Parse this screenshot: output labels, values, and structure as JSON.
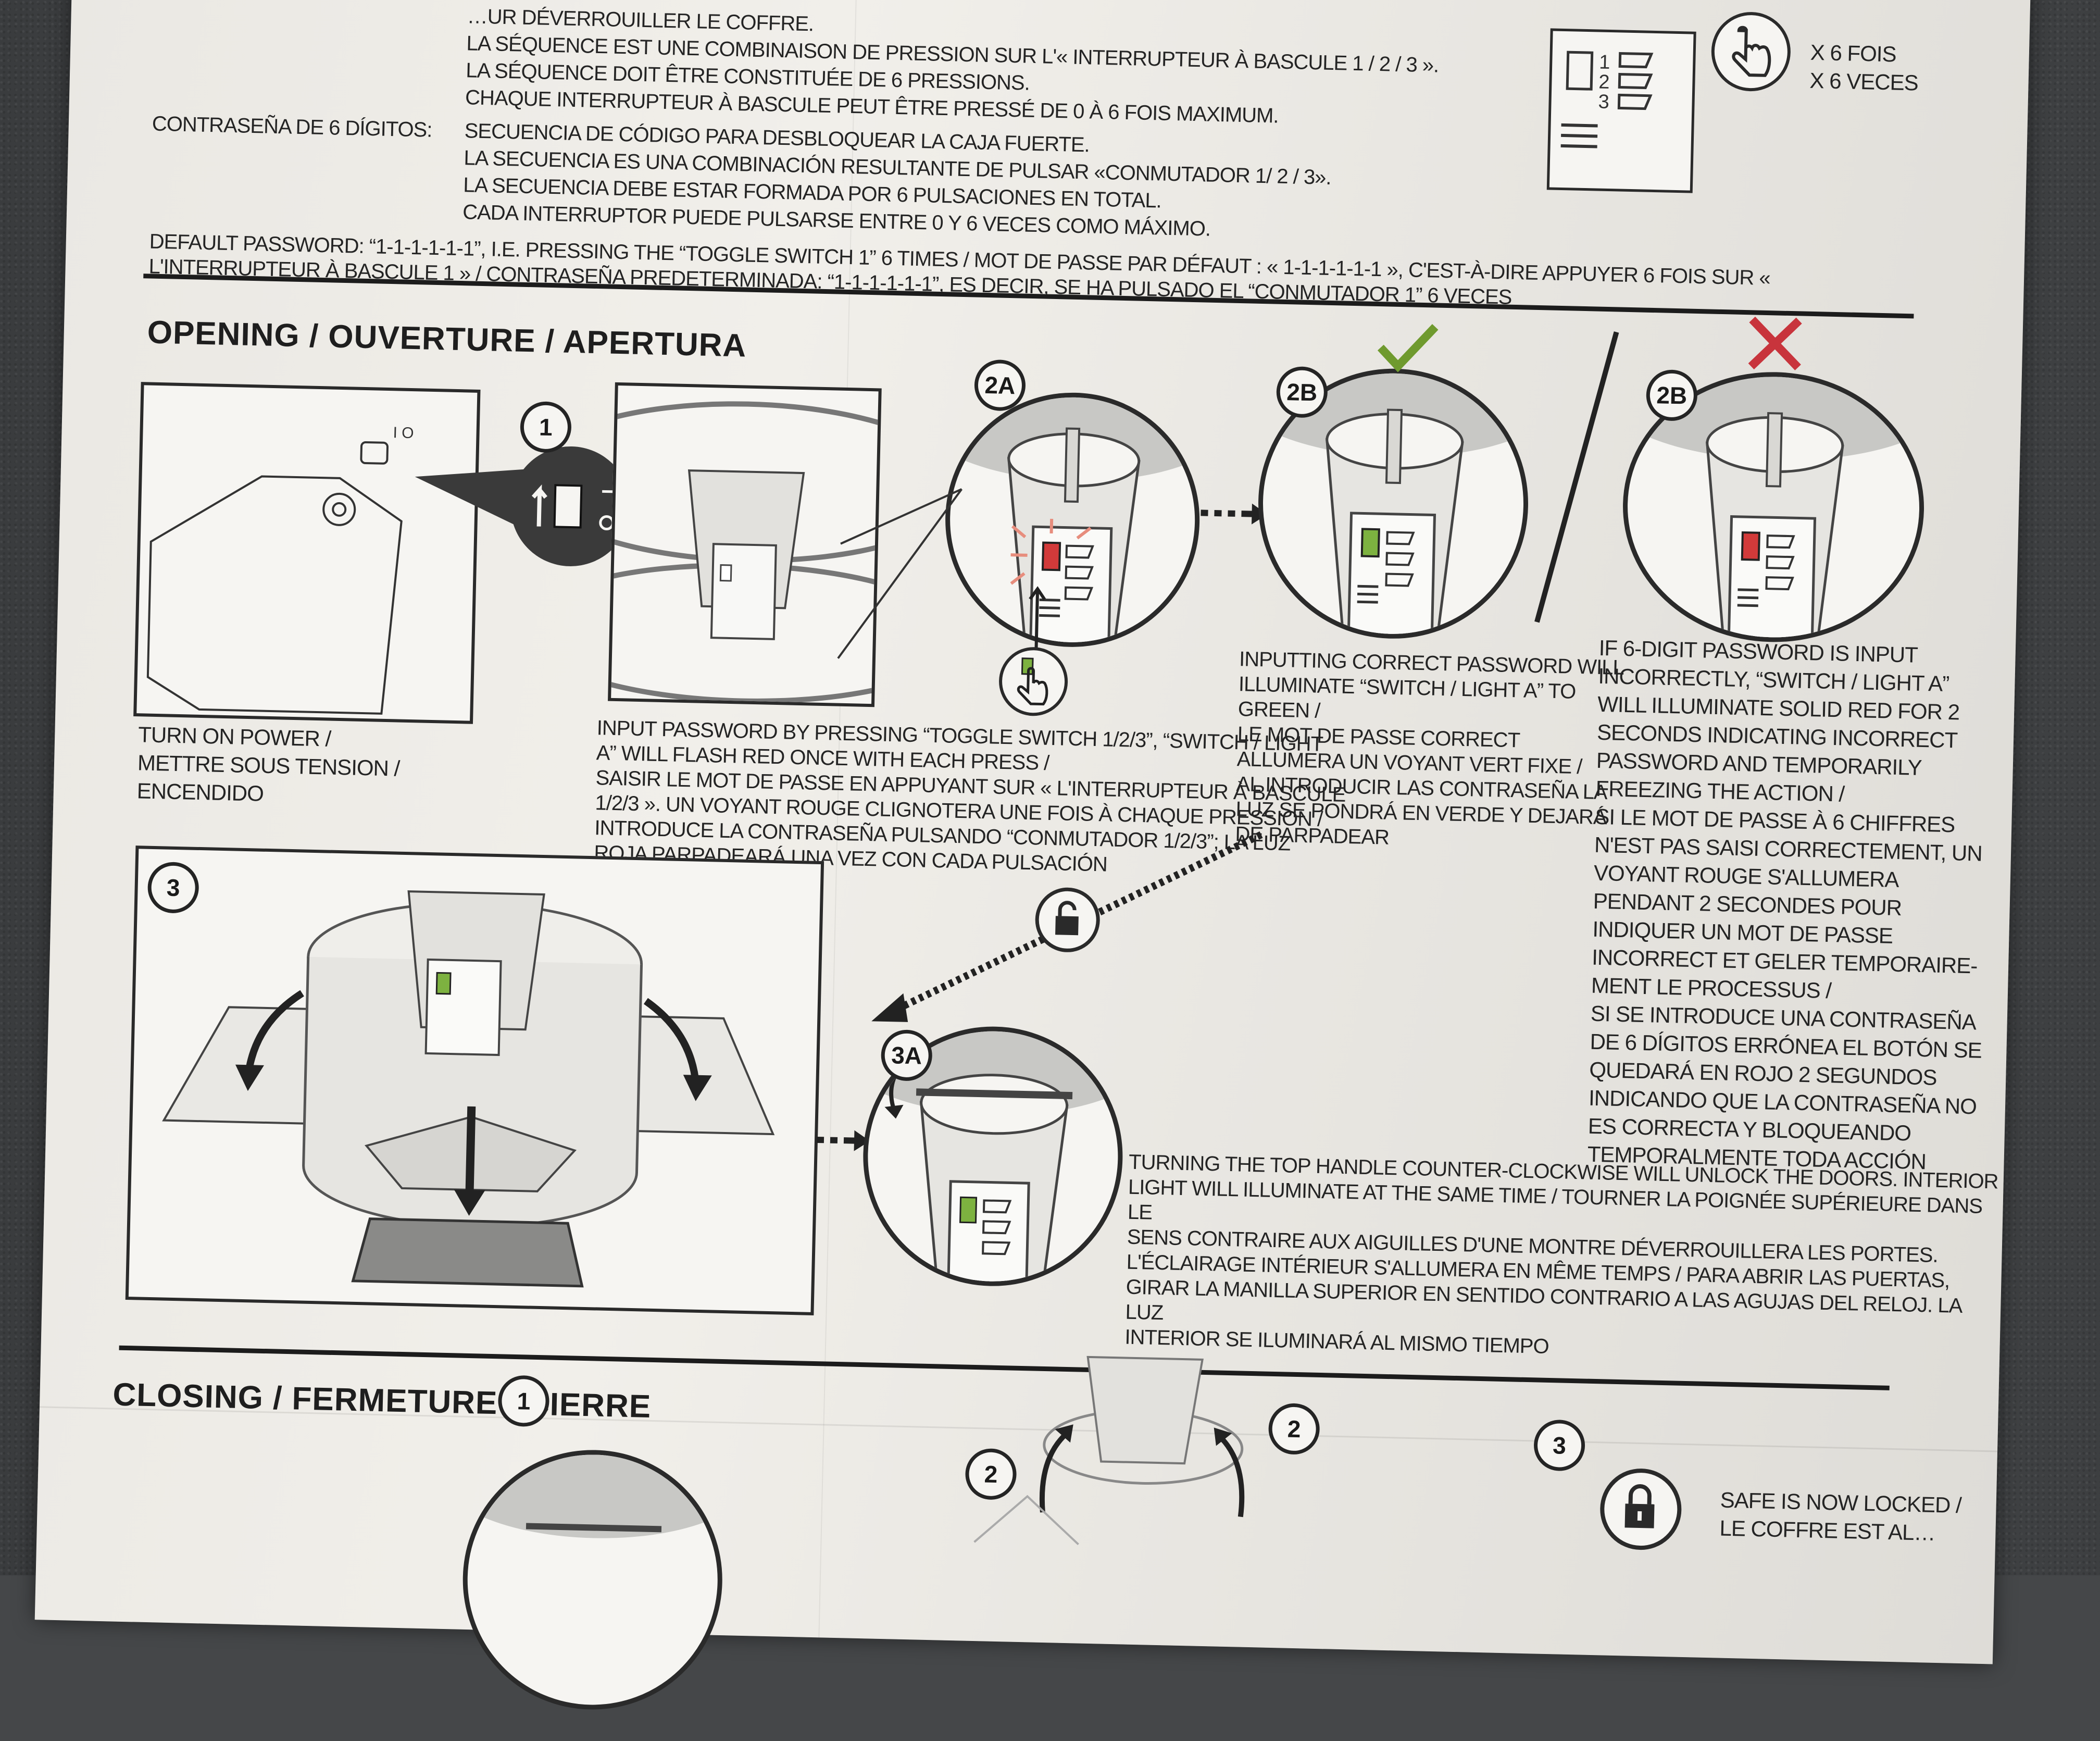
{
  "setup": {
    "fr_lines": [
      "…UR DÉVERROUILLER LE COFFRE.",
      "LA SÉQUENCE EST UNE COMBINAISON DE PRESSION SUR L'« INTERRUPTEUR À BASCULE 1 / 2 / 3 ».",
      "LA SÉQUENCE DOIT ÊTRE CONSTITUÉE DE 6 PRESSIONS.",
      "CHAQUE INTERRUPTEUR À BASCULE PEUT ÊTRE PRESSÉ DE 0 À 6 FOIS MAXIMUM."
    ],
    "es_label": "CONTRASEÑA DE 6 DÍGITOS:",
    "es_lines": [
      "SECUENCIA DE CÓDIGO PARA DESBLOQUEAR LA CAJA FUERTE.",
      "LA SECUENCIA ES UNA COMBINACIÓN RESULTANTE DE PULSAR «CONMUTADOR 1/ 2 / 3».",
      "LA SECUENCIA DEBE ESTAR FORMADA POR 6 PULSACIONES EN TOTAL.",
      "CADA INTERRUPTOR PUEDE PULSARSE ENTRE 0 Y 6 VECES COMO MÁXIMO."
    ],
    "default_password": "DEFAULT PASSWORD: “1-1-1-1-1-1”, I.E. PRESSING THE “TOGGLE SWITCH 1” 6 TIMES / MOT DE PASSE PAR DÉFAUT : « 1-1-1-1-1-1 », C'EST-À-DIRE APPUYER 6 FOIS SUR «\nL'INTERRUPTEUR À BASCULE 1 » / CONTRASEÑA PREDETERMINADA: “1-1-1-1-1-1”, ES DECIR, SE HA PULSADO EL “CONMUTADOR 1” 6 VECES",
    "top_icon_count_fr": "X 6 FOIS",
    "top_icon_count_es": "X 6 VECES"
  },
  "opening": {
    "title": "OPENING / OUVERTURE / APERTURA",
    "step1": {
      "badge": "1",
      "caption": "TURN ON POWER /\nMETTRE SOUS TENSION /\nENCENDIDO"
    },
    "step2a": {
      "badge": "2A",
      "caption": "INPUT PASSWORD BY PRESSING “TOGGLE SWITCH 1/2/3”, “SWITCH / LIGHT\nA”  WILL FLASH RED ONCE WITH EACH PRESS /\nSAISIR LE MOT DE PASSE EN APPUYANT SUR « L'INTERRUPTEUR À BASCULE\n1/2/3 ». UN VOYANT ROUGE CLIGNOTERA UNE FOIS À CHAQUE PRESSION /\nINTRODUCE LA CONTRASEÑA PULSANDO “CONMUTADOR 1/2/3”; LA LUZ\nROJA PARPADEARÁ UNA VEZ CON CADA PULSACIÓN"
    },
    "step2b_ok": {
      "badge": "2B",
      "caption": "INPUTTING CORRECT PASSWORD WILL\nILLUMINATE “SWITCH / LIGHT A” TO\nGREEN /\nLE MOT DE PASSE CORRECT\nALLUMERA UN VOYANT VERT FIXE /\nAL INTRODUCIR LAS CONTRASEÑA LA\nLUZ SE PONDRÁ EN VERDE Y DEJARÁ\nDE PARPADEAR"
    },
    "step2b_fail": {
      "badge": "2B",
      "caption": "IF 6-DIGIT PASSWORD IS INPUT\nINCORRECTLY, “SWITCH / LIGHT A”\nWILL ILLUMINATE SOLID RED FOR 2\nSECONDS INDICATING INCORRECT\nPASSWORD AND TEMPORARILY\nFREEZING THE ACTION /\nSI LE MOT DE PASSE À 6 CHIFFRES\nN'EST PAS SAISI CORRECTEMENT, UN\nVOYANT ROUGE S'ALLUMERA\nPENDANT 2 SECONDES POUR\nINDIQUER UN MOT DE PASSE\nINCORRECT ET GELER TEMPORAIRE-\nMENT LE PROCESSUS /\nSI SE INTRODUCE UNA CONTRASEÑA\nDE 6 DÍGITOS ERRÓNEA EL BOTÓN SE\nQUEDARÁ EN ROJO 2 SEGUNDOS\nINDICANDO QUE LA CONTRASEÑA NO\nES CORRECTA Y BLOQUEANDO\nTEMPORALMENTE TODA ACCIÓN"
    },
    "step3": {
      "badge": "3"
    },
    "step3a": {
      "badge": "3A",
      "caption": "TURNING THE TOP HANDLE COUNTER-CLOCKWISE WILL UNLOCK THE DOORS. INTERIOR\nLIGHT WILL ILLUMINATE AT THE SAME TIME / TOURNER LA POIGNÉE SUPÉRIEURE DANS LE\nSENS CONTRAIRE AUX AIGUILLES D'UNE MONTRE DÉVERROUILLERA LES PORTES.\nL'ÉCLAIRAGE INTÉRIEUR S'ALLUMERA EN MÊME TEMPS / PARA ABRIR LAS PUERTAS,\nGIRAR LA MANILLA SUPERIOR EN SENTIDO CONTRARIO A LAS AGUJAS DEL RELOJ. LA LUZ\nINTERIOR SE ILUMINARÁ AL MISMO TIEMPO"
    }
  },
  "closing": {
    "title": "CLOSING /\nFERMETURE /\nCIERRE",
    "step1_badge": "1",
    "step2_badge": "2",
    "step3_badge": "3",
    "step3_caption": "SAFE IS NOW LOCKED /\nLE COFFRE EST AL…"
  },
  "colors": {
    "check_green": "#6f9a2e",
    "cross_red": "#c8343c",
    "light_green": "#7db240",
    "light_red": "#d23a3a"
  }
}
